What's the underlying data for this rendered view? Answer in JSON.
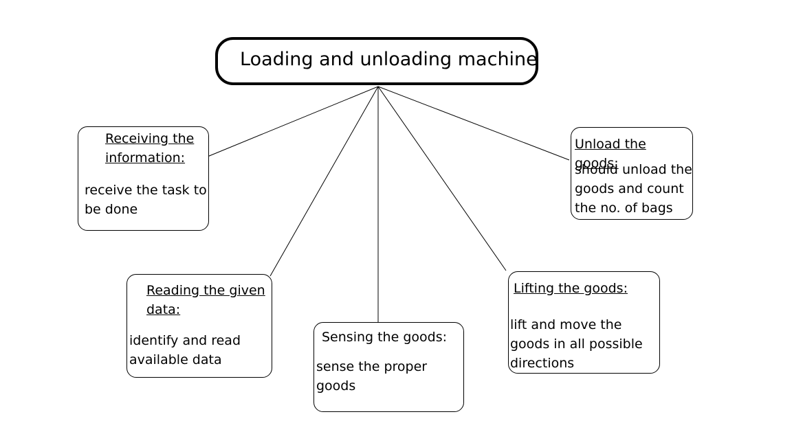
{
  "diagram": {
    "root": {
      "label": "Loading and unloading machine"
    },
    "nodes": {
      "receiving": {
        "title": "Receiving the\ninformation:",
        "body": " receive the task to\nbe done"
      },
      "unload": {
        "title": "Unload the goods:",
        "body": "should unload the\ngoods and count\nthe no. of bags"
      },
      "reading": {
        "title": "Reading the given\ndata:",
        "body": "  identify and read\navailable data"
      },
      "sensing": {
        "title": "Sensing the goods:",
        "body": "  sense the proper\ngoods"
      },
      "lifting": {
        "title": "Lifting the goods:",
        "body": " lift and move the\ngoods in all possible\ndirections"
      }
    },
    "colors": {
      "stroke": "#000000",
      "background": "#ffffff"
    }
  }
}
